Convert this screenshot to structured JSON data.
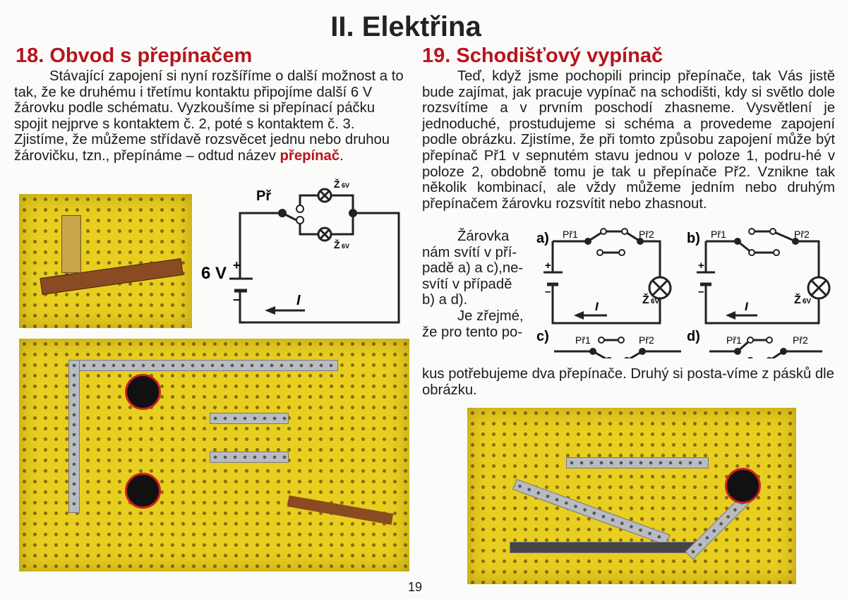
{
  "page_title": "II. Elektřina",
  "section18": {
    "heading": "18. Obvod s přepínačem",
    "paragraph": "Stávající zapojení si nyní rozšíříme o další možnost a to tak, že ke druhému i třetímu kontaktu připojíme další 6 V žárovku podle schématu. Vyzkoušíme si přepínací páčku spojit nejprve s kontaktem č. 2, poté s kontaktem č. 3. Zjistíme, že můžeme střídavě rozsvěcet jednu nebo druhou žárovičku, tzn., přepínáme – odtud název",
    "highlight": "přepínač",
    "period": ".",
    "schematic": {
      "switch_label": "Př",
      "lamp_label": "Ž",
      "lamp_sub": "6V",
      "voltage": "6 V",
      "plus": "+",
      "minus": "–",
      "current": "I"
    }
  },
  "section19": {
    "heading": "19. Schodišťový vypínač",
    "paragraph": "Teď, když jsme pochopili princip přepínače, tak Vás jistě bude zajímat, jak pracuje vypínač na schodišti, kdy si světlo dole rozsvítíme a v prvním poschodí zhasneme. Vysvětlení je jednoduché, prostudujeme si schéma a provedeme zapojení podle obrázku. Zjistíme, že při tomto způsobu zapojení může být přepínač Př1 v sepnutém stavu jednou v poloze 1, podru-hé v poloze 2, obdobně tomu je tak u přepínače Př2. Vznikne tak několik kombinací, ale vždy můžeme jedním nebo druhým přepínačem žárovku rozsvítit nebo zhasnout.",
    "side_lines": [
      "Žárovka",
      "nám svítí v pří-",
      "padě a) a c),ne-",
      "svítí v případě",
      "b) a d).",
      "Je zřejmé,",
      "že pro tento po-"
    ],
    "continuation": "kus potřebujeme dva přepínače. Druhý si posta-víme z pásků dle obrázku.",
    "diagrams": {
      "a": "a)",
      "b": "b)",
      "c": "c)",
      "d": "d)",
      "sw1": "Př1",
      "sw2": "Př2",
      "lamp": "Ž",
      "lamp_sub": "6V",
      "plus": "+",
      "minus": "–",
      "current": "I"
    }
  },
  "page_number": "19",
  "colors": {
    "accent": "#b8141c",
    "board": "#e8cf1f"
  }
}
